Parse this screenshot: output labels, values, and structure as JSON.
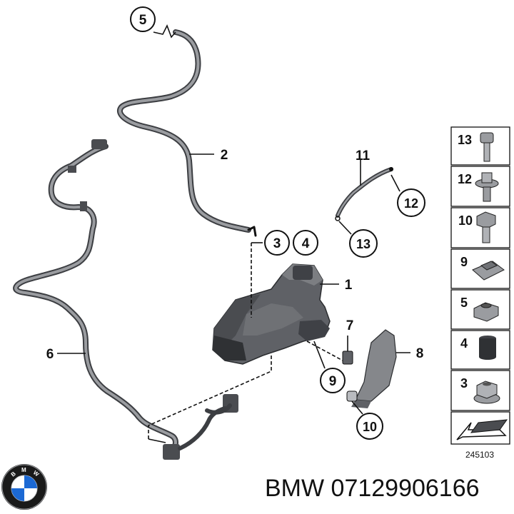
{
  "callouts": {
    "c1": "1",
    "c2": "2",
    "c3": "3",
    "c4": "4",
    "c5": "5",
    "c6": "6",
    "c7": "7",
    "c8": "8",
    "c9": "9",
    "c10": "10",
    "c11": "11",
    "c12": "12",
    "c13": "13"
  },
  "parts_panel": {
    "rows": [
      "13",
      "12",
      "10",
      "9",
      "5",
      "4",
      "3"
    ]
  },
  "diagram_id": "245103",
  "footer": {
    "brand": "BMW",
    "part_number": "BMW 07129906166",
    "logo_letters": "BMW"
  },
  "colors": {
    "line": "#111111",
    "part_fill": "#5f6166",
    "part_dark": "#3f4146",
    "hose": "#6a6c70",
    "logo_blue": "#1c69d4"
  }
}
